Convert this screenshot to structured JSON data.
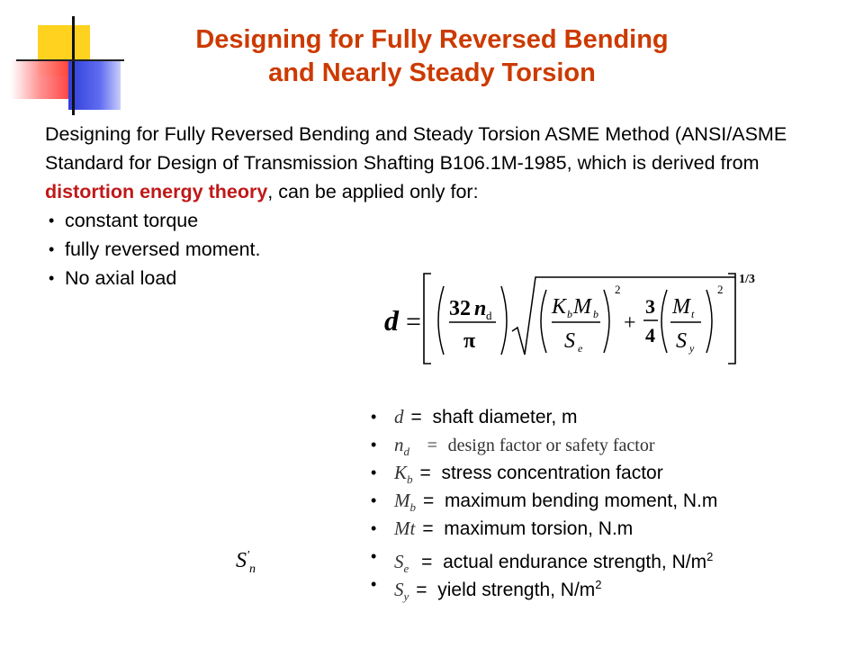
{
  "title": {
    "line1": "Designing for Fully Reversed Bending",
    "line2": "and Nearly Steady Torsion"
  },
  "intro": {
    "text_before": "Designing for Fully Reversed Bending and Steady Torsion ASME Method (ANSI/ASME Standard for Design of Transmission Shafting B106.1M-1985, which is derived from ",
    "highlight": "distortion energy theory",
    "text_after": ", can be applied only for:",
    "highlight_color": "#c01818"
  },
  "conditions": [
    "constant torque",
    "fully reversed moment.",
    "No axial load"
  ],
  "formula": {
    "lhs": "d",
    "equals": "=",
    "coef_num": "32",
    "coef_var": "n",
    "coef_sub": "d",
    "coef_den": "π",
    "kb": "K",
    "kb_sub": "b",
    "mb": "M",
    "mb_sub": "b",
    "se": "S",
    "se_sub": "e",
    "plus": "+",
    "frac_num": "3",
    "frac_den": "4",
    "mt": "M",
    "mt_sub": "t",
    "sy": "S",
    "sy_sub": "y",
    "power": "2",
    "outer_exp": "1/3"
  },
  "definitions": [
    {
      "symbol": "d",
      "sub": "",
      "eq": "=",
      "desc": "shaft diameter, m",
      "sup": ""
    },
    {
      "symbol": "n",
      "sub": "d",
      "eq": "=",
      "desc": "design factor or safety factor",
      "sup": ""
    },
    {
      "symbol": "K",
      "sub": "b",
      "eq": "=",
      "desc": "stress concentration factor",
      "sup": ""
    },
    {
      "symbol": "M",
      "sub": "b",
      "eq": "=",
      "desc": "maximum bending moment, N.m",
      "sup": ""
    },
    {
      "symbol": "Mt",
      "sub": "",
      "eq": "=",
      "desc": "maximum torsion, N.m",
      "sup": ""
    },
    {
      "symbol": "S",
      "sub": "e",
      "eq": "=",
      "desc": "actual endurance strength, N/m",
      "sup": "2"
    },
    {
      "symbol": "S",
      "sub": "y",
      "eq": "=",
      "desc": "yield strength, N/m",
      "sup": "2"
    }
  ],
  "sn_prime": {
    "symbol": "S",
    "prime": "'",
    "sub": "n"
  },
  "colors": {
    "title": "#cc3a00",
    "logo_yellow": "#ffd21f",
    "logo_red": "#ff2a2a",
    "logo_blue": "#2f3fd9"
  }
}
